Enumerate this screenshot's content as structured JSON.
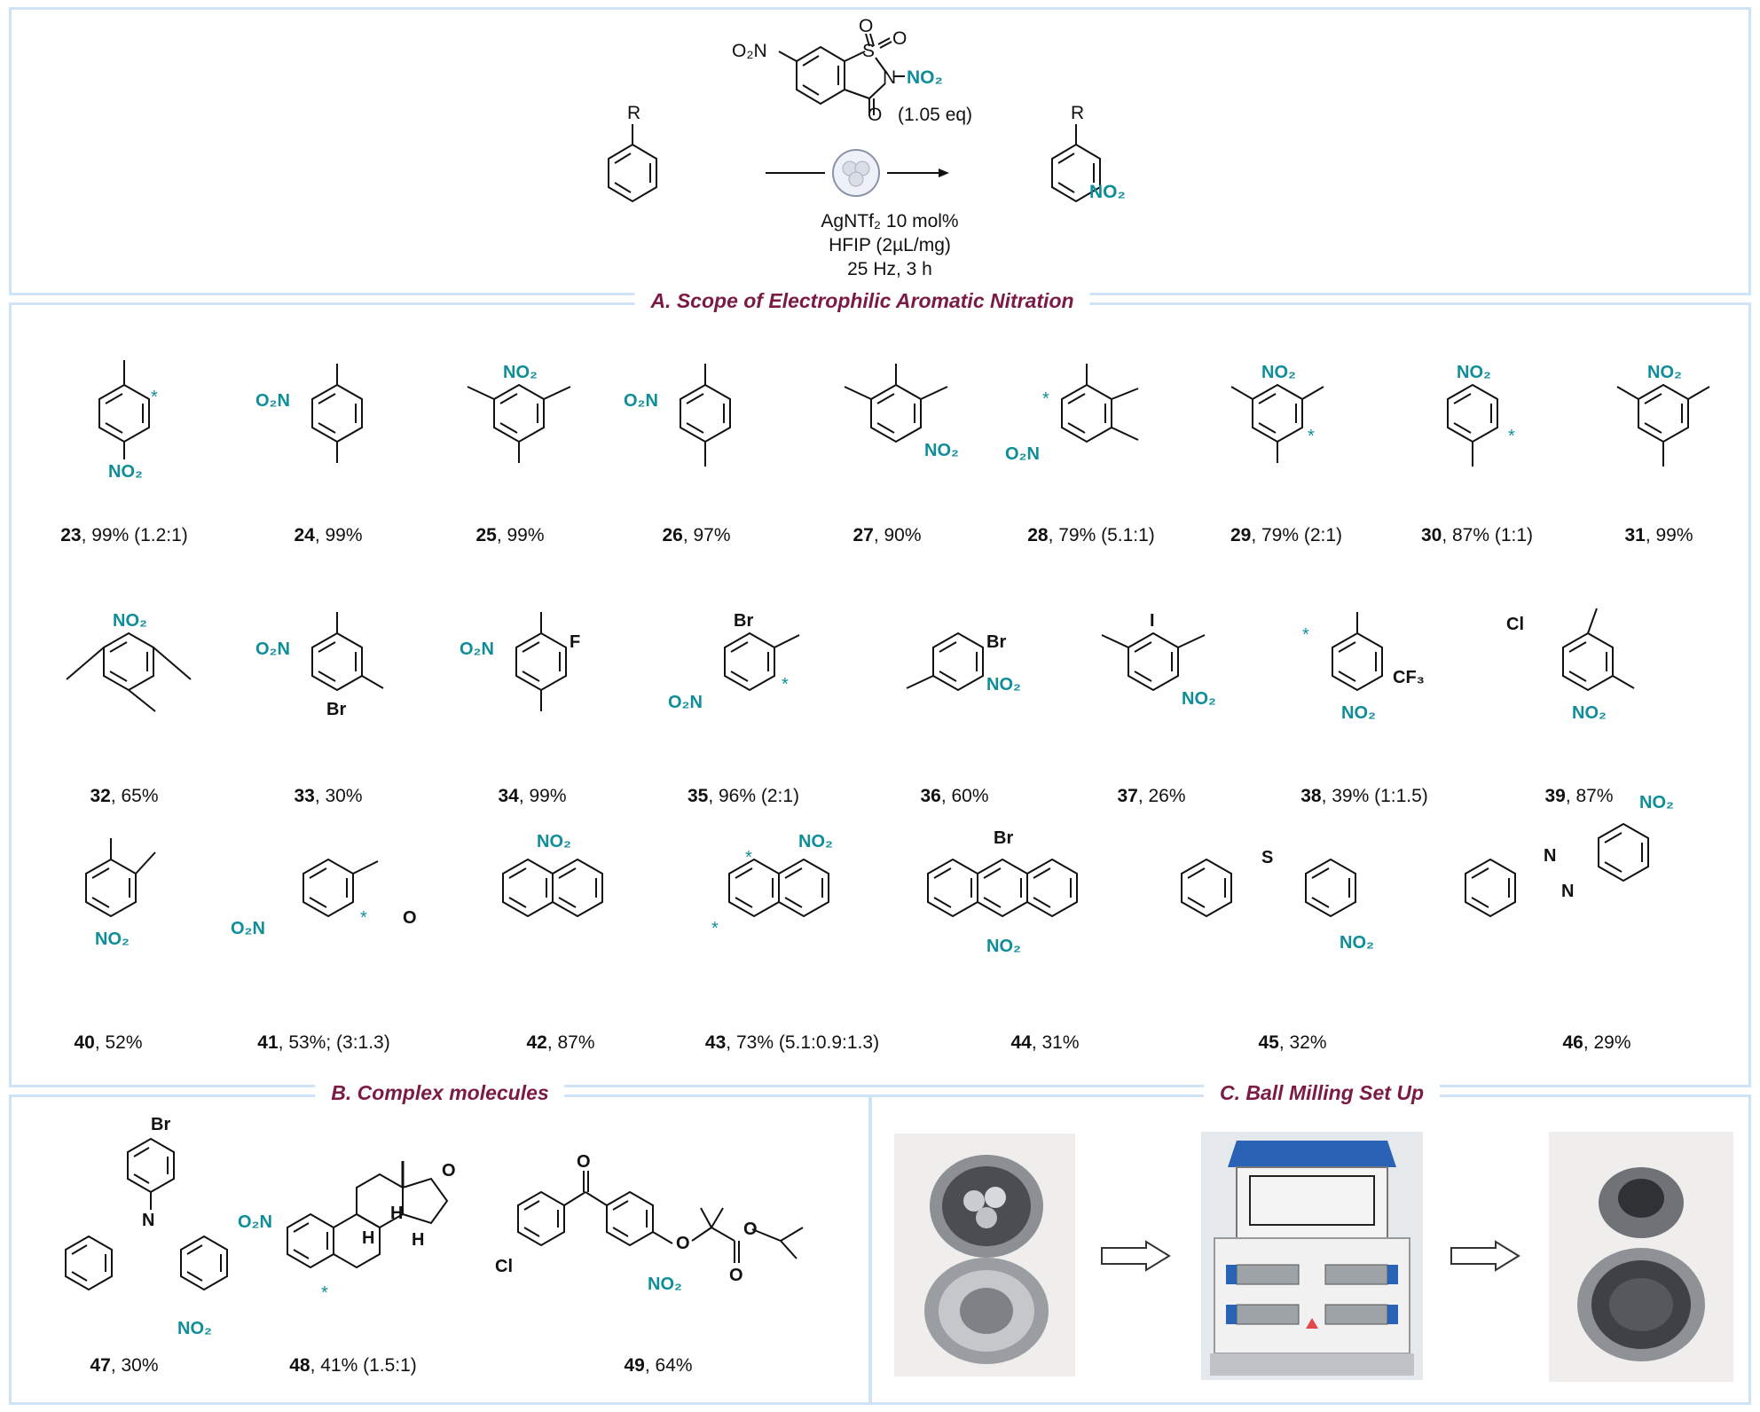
{
  "reaction": {
    "reagent_left": "O₂N",
    "reagent_right": "N–NO₂",
    "reagent_eq": "(1.05 eq)",
    "substrate_label": "R",
    "product_label": "R",
    "product_group": "NO₂",
    "conditions": [
      "AgNTf₂ 10 mol%",
      "HFIP (2µL/mg)",
      "25 Hz, 3 h"
    ]
  },
  "sections": {
    "a": "A. Scope of Electrophilic Aromatic Nitration",
    "b": "B. Complex molecules",
    "c": "C. Ball Milling Set Up"
  },
  "colors": {
    "teal": "#0f8e9a",
    "title": "#7a1a45",
    "border": "#cfe3f7"
  },
  "compounds": [
    {
      "num": "23",
      "yield": ", 99% (1.2:1)"
    },
    {
      "num": "24",
      "yield": ", 99%"
    },
    {
      "num": "25",
      "yield": ", 99%"
    },
    {
      "num": "26",
      "yield": ", 97%"
    },
    {
      "num": "27",
      "yield": ", 90%"
    },
    {
      "num": "28",
      "yield": ", 79% (5.1:1)"
    },
    {
      "num": "29",
      "yield": ", 79% (2:1)"
    },
    {
      "num": "30",
      "yield": ", 87% (1:1)"
    },
    {
      "num": "31",
      "yield": ", 99%"
    },
    {
      "num": "32",
      "yield": ", 65%"
    },
    {
      "num": "33",
      "yield": ", 30%"
    },
    {
      "num": "34",
      "yield": ", 99%"
    },
    {
      "num": "35",
      "yield": ", 96% (2:1)"
    },
    {
      "num": "36",
      "yield": ", 60%"
    },
    {
      "num": "37",
      "yield": ", 26%"
    },
    {
      "num": "38",
      "yield": ", 39% (1:1.5)"
    },
    {
      "num": "39",
      "yield": ", 87%"
    },
    {
      "num": "40",
      "yield": ", 52%"
    },
    {
      "num": "41",
      "yield": ", 53%; (3:1.3)"
    },
    {
      "num": "42",
      "yield": ", 87%"
    },
    {
      "num": "43",
      "yield": ", 73% (5.1:0.9:1.3)"
    },
    {
      "num": "44",
      "yield": ", 31%"
    },
    {
      "num": "45",
      "yield": ", 32%"
    },
    {
      "num": "46",
      "yield": ", 29%"
    },
    {
      "num": "47",
      "yield": ", 30%"
    },
    {
      "num": "48",
      "yield": ", 41% (1.5:1)"
    },
    {
      "num": "49",
      "yield": ", 64%"
    }
  ],
  "labels": {
    "no2": "NO₂",
    "o2n": "O₂N",
    "br": "Br",
    "cl": "Cl",
    "f": "F",
    "i": "I",
    "s": "S",
    "n": "N",
    "o": "O",
    "cf3": "CF₃",
    "star": "*",
    "h": "H"
  }
}
